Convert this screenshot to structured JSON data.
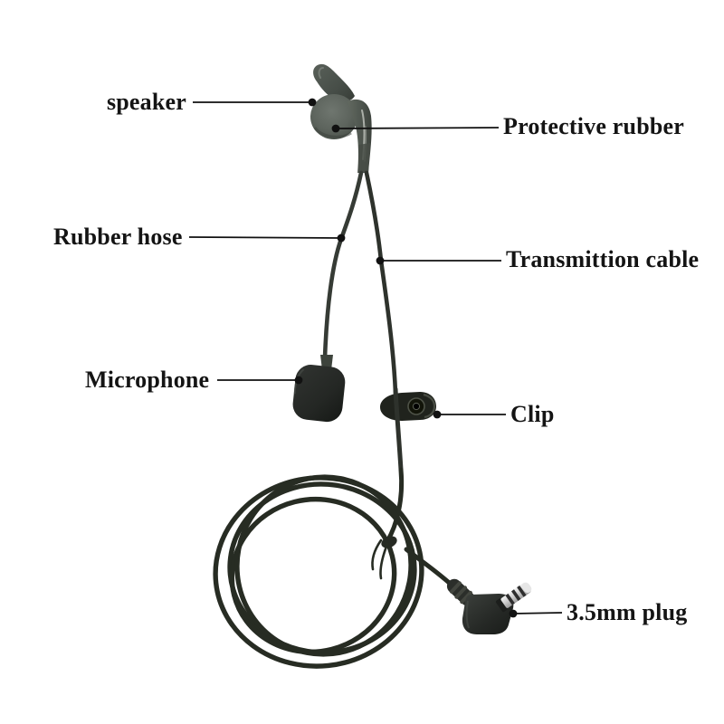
{
  "diagram": {
    "type": "labeled-product-diagram",
    "subject": "single-ear wired earphone with boom-less lavalier microphone, clip and coiled cable",
    "background": "#ffffff",
    "labels": [
      {
        "id": "speaker",
        "text": "speaker"
      },
      {
        "id": "protective-rubber",
        "text": "Protective rubber"
      },
      {
        "id": "rubber-hose",
        "text": "Rubber hose"
      },
      {
        "id": "transmission-cable",
        "text": "Transmittion cable"
      },
      {
        "id": "microphone",
        "text": "Microphone"
      },
      {
        "id": "clip",
        "text": "Clip"
      },
      {
        "id": "plug",
        "text": "3.5mm plug"
      }
    ],
    "colors": {
      "label_text": "#141414",
      "leader_line": "#111111",
      "earbud_body": "#5d645d",
      "earbud_wing": "#4a514b",
      "protective_sleeve": "#4b514a",
      "cable": "#2e322c",
      "coil_cable": "#272c23",
      "mic_foam": "#242724",
      "clip_body": "#20231d",
      "plug_body": "#2a2d2a",
      "plug_metal": "#d9d9d9"
    }
  }
}
